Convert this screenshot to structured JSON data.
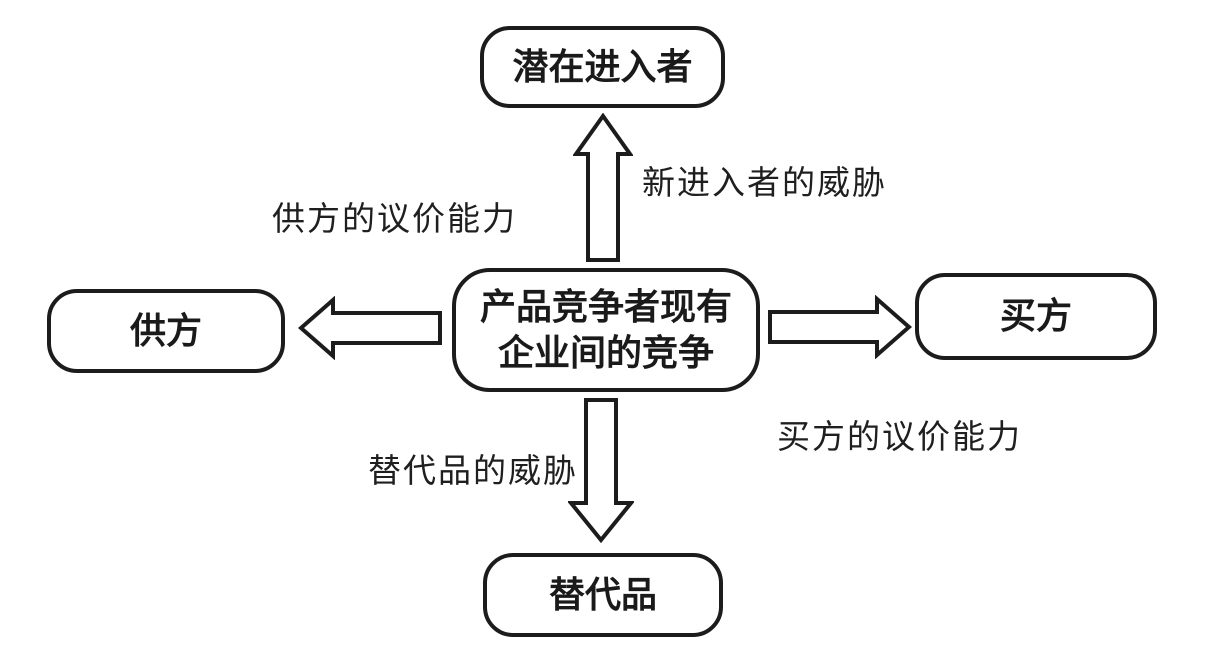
{
  "diagram": {
    "type": "five-forces",
    "nodes": {
      "potential_entrants": {
        "label": "潜在进入者"
      },
      "center": {
        "label": "产品竞争者现有企业间的竞争"
      },
      "suppliers": {
        "label": "供方"
      },
      "buyers": {
        "label": "买方"
      },
      "substitutes": {
        "label": "替代品"
      }
    },
    "edge_labels": {
      "new_entrant_threat": "新进入者的威胁",
      "supplier_bargaining_power": "供方的议价能力",
      "buyer_bargaining_power": "买方的议价能力",
      "substitute_threat": "替代品的威胁"
    },
    "colors": {
      "stroke": "#1c1c1c",
      "fill": "#ffffff",
      "text": "#1a1a1a"
    }
  }
}
